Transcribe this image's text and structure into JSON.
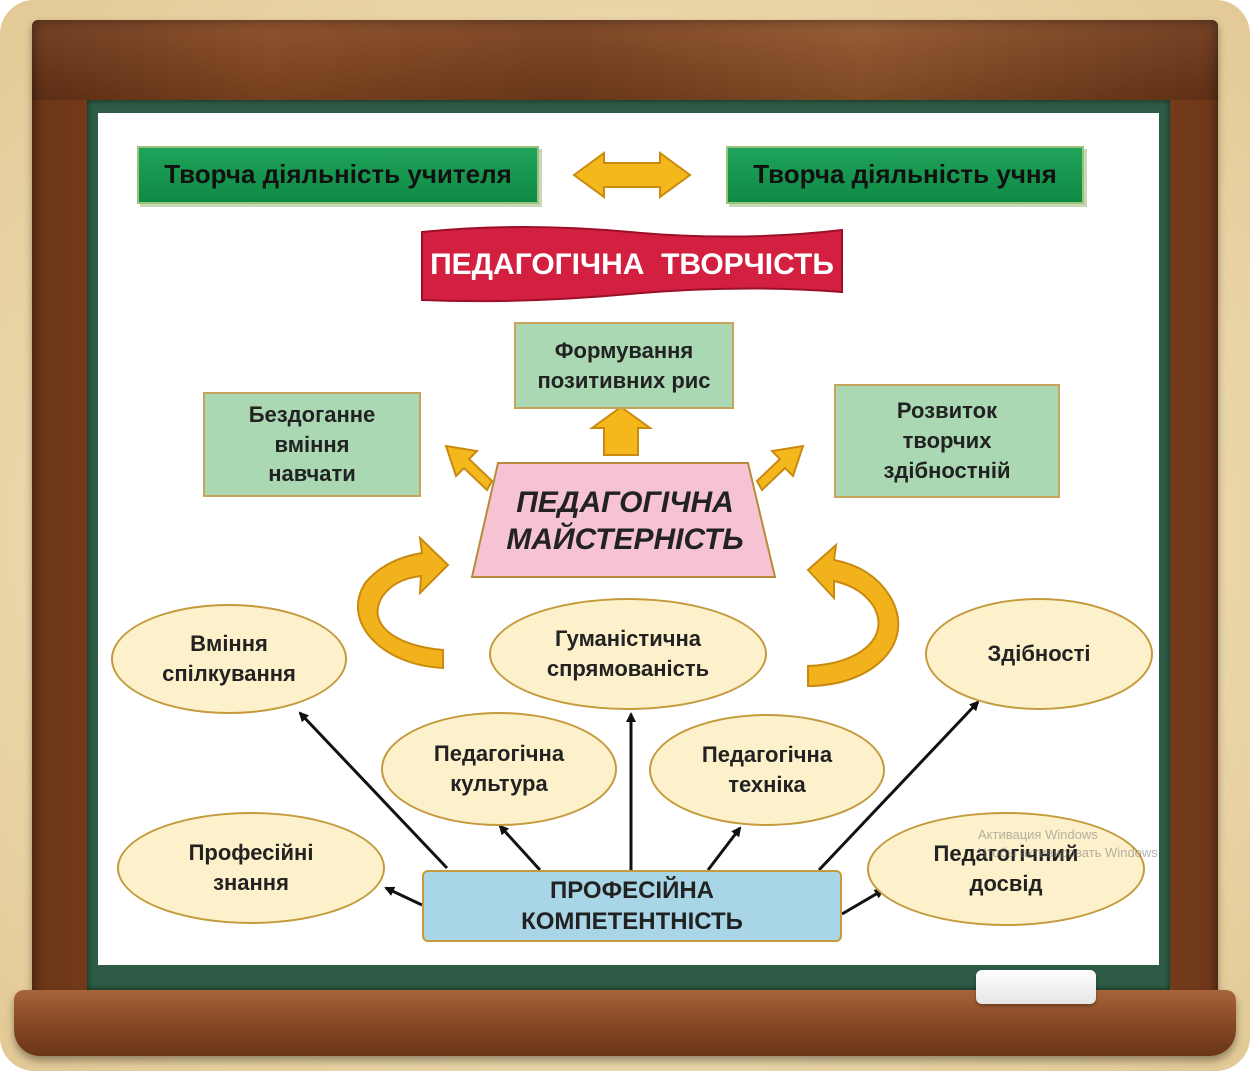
{
  "top_left": "Творча діяльність учителя",
  "top_right": "Творча діяльність учня",
  "banner": "ПЕДАГОГІЧНА  ТВОРЧІСТЬ",
  "upper_boxes": {
    "left": [
      "Бездоганне",
      "вміння",
      "навчати"
    ],
    "center": [
      "Формування",
      "позитивних рис"
    ],
    "right": [
      "Розвиток",
      "творчих",
      "здібностній"
    ]
  },
  "mastery": [
    "ПЕДАГОГІЧНА",
    "МАЙСТЕРНІСТЬ"
  ],
  "ellipses": {
    "communication": [
      "Вміння",
      "спілкування"
    ],
    "humanistic": [
      "Гуманістична",
      "спрямованість"
    ],
    "abilities": [
      "Здібності"
    ],
    "culture": [
      "Педагогічна",
      "культура"
    ],
    "technique": [
      "Педагогічна",
      "техніка"
    ],
    "knowledge": [
      "Професійні",
      "знання"
    ],
    "experience": [
      "Педагогічний",
      "досвід"
    ]
  },
  "competence": [
    "ПРОФЕСІЙНА",
    "КОМПЕТЕНТНІСТЬ"
  ],
  "watermark": [
    "Активация Windows",
    "Чтобы активировать Windows"
  ],
  "colors": {
    "green_bar": "#15994f",
    "banner_red": "#d42040",
    "soft_green": "#a9d8b2",
    "pink": "#f6c3d4",
    "ellipse": "#fdf1cc",
    "blue": "#a9d6e6",
    "arrow_orange": "#f2b21c",
    "board_green": "#2d5b45",
    "wood": "#7a3f1d"
  }
}
